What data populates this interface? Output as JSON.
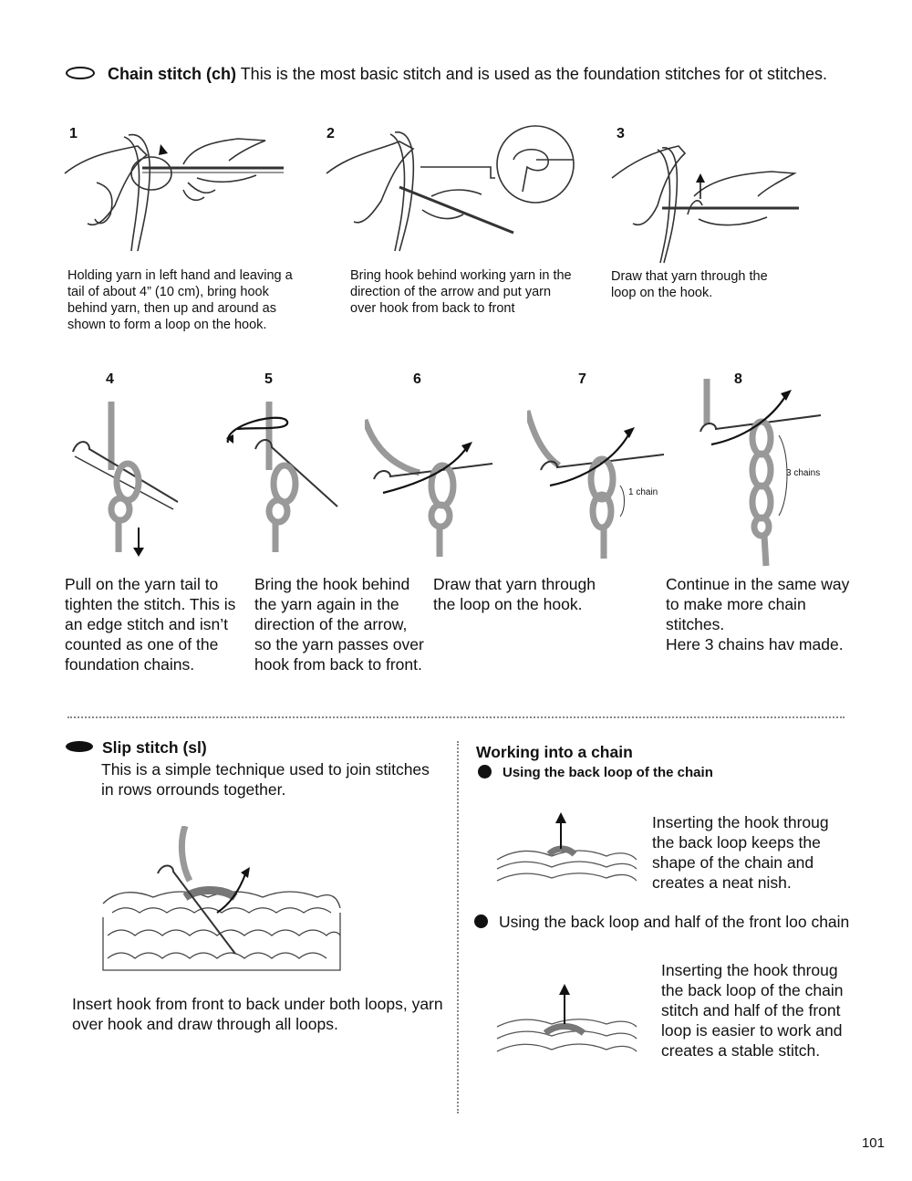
{
  "chain_section": {
    "title_bold": "Chain stitch (ch)",
    "title_rest": " This is the most basic stitch and is used as the foundation stitches for ot stitches.",
    "steps_top": [
      {
        "num": "1",
        "caption": "Holding yarn in left hand and leaving a tail of about 4” (10 cm), bring hook behind yarn, then up and around as shown to form a loop on the hook."
      },
      {
        "num": "2",
        "caption": "Bring hook behind working yarn in the direction of the arrow and put yarn over hook from back to front"
      },
      {
        "num": "3",
        "caption": "Draw that yarn through the loop on the hook."
      }
    ],
    "steps_bottom": [
      {
        "num": "4",
        "caption": "Pull on the yarn tail to tighten the stitch. This is an edge stitch and isn’t counted as one of the foundation chains."
      },
      {
        "num": "5",
        "caption": "Bring the hook behind the yarn again in the direction of the arrow, so the yarn passes over hook from back to front."
      },
      {
        "num": "6",
        "caption": "Draw that yarn through the loop on the hook."
      },
      {
        "num": "7",
        "caption": ""
      },
      {
        "num": "8",
        "caption": "Continue in the same way to make more chain stitches.\nHere 3 chains hav made."
      }
    ],
    "label_1chain": "1 chain",
    "label_3chains": "3 chains"
  },
  "slip_section": {
    "title": "Slip stitch (sl)",
    "description": "This is a simple technique used to join stitches in rows orrounds together.",
    "caption": "Insert hook from front to back under both loops, yarn over hook and draw through all loops."
  },
  "working_chain": {
    "title": "Working into a chain",
    "method1_title": "Using the back loop of the chain",
    "method1_caption": "Inserting the hook throug the back loop keeps the shape of the chain and creates a neat  nish.",
    "method2_title": "Using the back loop and half of the front loo chain",
    "method2_caption": "Inserting the hook throug the back loop of the chain stitch and half of the front loop is easier to work and creates a stable stitch."
  },
  "page_number": "101"
}
